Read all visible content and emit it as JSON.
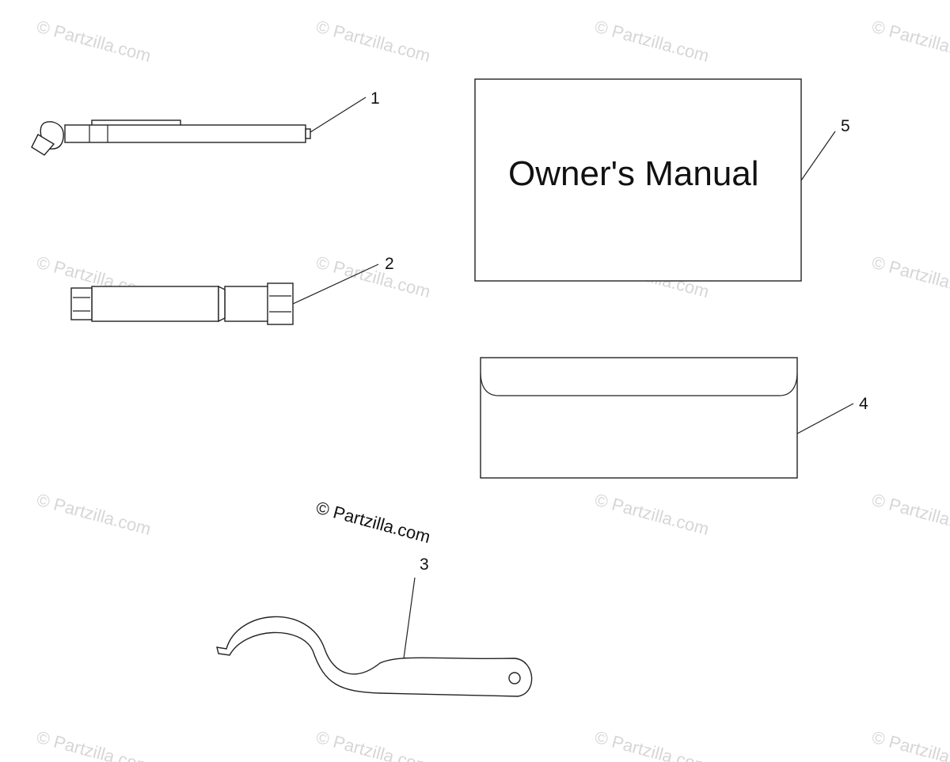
{
  "watermark": {
    "text": "© Partzilla.com",
    "color": "#d6d6d6"
  },
  "manual": {
    "title": "Owner's Manual"
  },
  "callouts": {
    "c1": "1",
    "c2": "2",
    "c3": "3",
    "c4": "4",
    "c5": "5"
  },
  "parts": [
    {
      "callout": "1",
      "icon": "tire-pressure-gauge-icon"
    },
    {
      "callout": "2",
      "icon": "extension-socket-icon"
    },
    {
      "callout": "3",
      "icon": "spanner-wrench-icon"
    },
    {
      "callout": "4",
      "icon": "envelope-icon"
    },
    {
      "callout": "5",
      "icon": "owners-manual-icon"
    }
  ]
}
